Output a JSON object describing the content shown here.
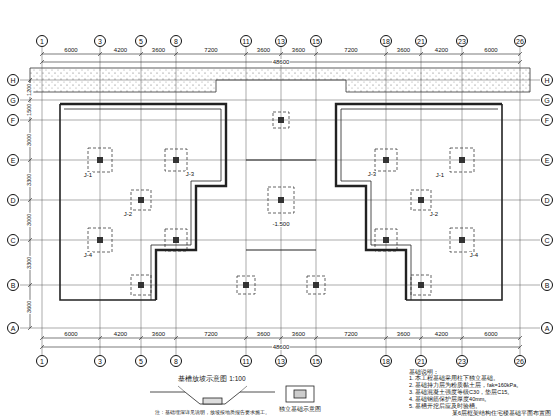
{
  "diagram": {
    "nodes": [
      {
        "text": [
          "1"
        ]
      },
      {
        "text": [
          "3"
        ]
      },
      {
        "text": [
          "5"
        ]
      },
      {
        "text": [
          "8"
        ]
      },
      {
        "text": [
          "11"
        ]
      },
      {
        "text": [
          "13"
        ]
      },
      {
        "text": [
          "15"
        ]
      },
      {
        "text": [
          "18"
        ]
      },
      {
        "text": [
          "21"
        ]
      },
      {
        "text": [
          "23"
        ]
      },
      {
        "text": [
          "26"
        ]
      },
      {
        "text": [
          "H"
        ]
      },
      {
        "text": [
          "G"
        ]
      },
      {
        "text": [
          "F"
        ]
      },
      {
        "text": [
          "E"
        ]
      },
      {
        "text": [
          "D"
        ]
      },
      {
        "text": [
          "C"
        ]
      },
      {
        "text": [
          "B"
        ]
      },
      {
        "text": [
          "A"
        ]
      },
      {
        "text": [
          "H"
        ]
      },
      {
        "text": [
          "G"
        ]
      },
      {
        "text": [
          "F"
        ]
      },
      {
        "text": [
          "E"
        ]
      },
      {
        "text": [
          "D"
        ]
      },
      {
        "text": [
          "C"
        ]
      },
      {
        "text": [
          "B"
        ]
      },
      {
        "text": [
          "A"
        ]
      },
      {
        "text": [
          "1"
        ]
      },
      {
        "text": [
          "3"
        ]
      },
      {
        "text": [
          "5"
        ]
      },
      {
        "text": [
          "8"
        ]
      },
      {
        "text": [
          "11"
        ]
      },
      {
        "text": [
          "13"
        ]
      },
      {
        "text": [
          "15"
        ]
      },
      {
        "text": [
          "18"
        ]
      },
      {
        "text": [
          "21"
        ]
      },
      {
        "text": [
          "23"
        ]
      },
      {
        "text": [
          "26"
        ]
      }
    ],
    "labels": [
      "6000",
      "4200",
      "3600",
      "7200",
      "3600",
      "3600",
      "7200",
      "3600",
      "4200",
      "6000",
      "48600",
      "6000",
      "4200",
      "3600",
      "7200",
      "3600",
      "3600",
      "7200",
      "3600",
      "4200",
      "6000",
      "48600",
      "1200",
      "1500",
      "3000",
      "3300",
      "3000",
      "3300",
      "3600",
      "J-1",
      "J-2",
      "J-3",
      "J-4",
      "J-1",
      "J-2",
      "J-3",
      "J-4",
      "-1.500",
      "基槽放坡示意图 1:100",
      "注：基础埋深详见说明，放坡按地质报告要求施工。",
      "独立基础示意图",
      "基础说明：",
      "1. 本工程基础采用柱下独立基础。",
      "2. 基础持力层为粉质黏土层，fak=160kPa。",
      "3. 基础混凝土强度等级C30，垫层C15。",
      "4. 基础钢筋保护层厚度40mm。",
      "5. 基槽开挖后应及时验槽。",
      "某6层框架结构住宅楼基础平面布置图"
    ]
  }
}
